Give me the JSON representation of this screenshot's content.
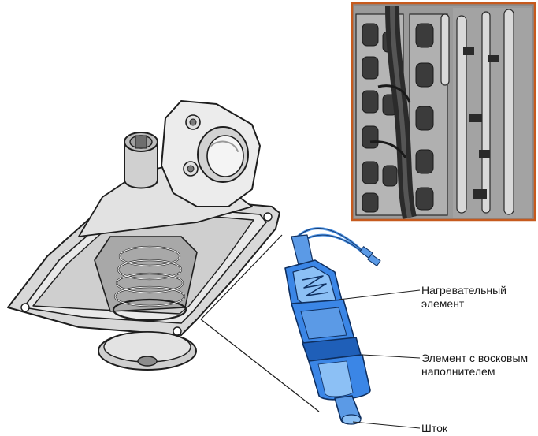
{
  "labels": {
    "heater_line1": "Нагревательный",
    "heater_line2": "элемент",
    "wax_line1": "Элемент с восковым",
    "wax_line2": "наполнителем",
    "rod": "Шток"
  },
  "colors": {
    "housing_light": "#e6e6e6",
    "housing_mid": "#c8c8c8",
    "housing_dark": "#8c8c8c",
    "outline": "#1e1e1e",
    "element_blue": "#3b86e6",
    "element_blue_dark": "#1f5fb8",
    "element_blue_light": "#8cc0f5",
    "photo_bg": "#8a8a8a",
    "inset_border": "#c65a1e"
  },
  "icons": {
    "thermostat_housing": "thermostat-housing-illustration",
    "heating_element": "map-controlled-thermostat-element-illustration",
    "engine_photo": "engine-bay-photo-illustration"
  }
}
